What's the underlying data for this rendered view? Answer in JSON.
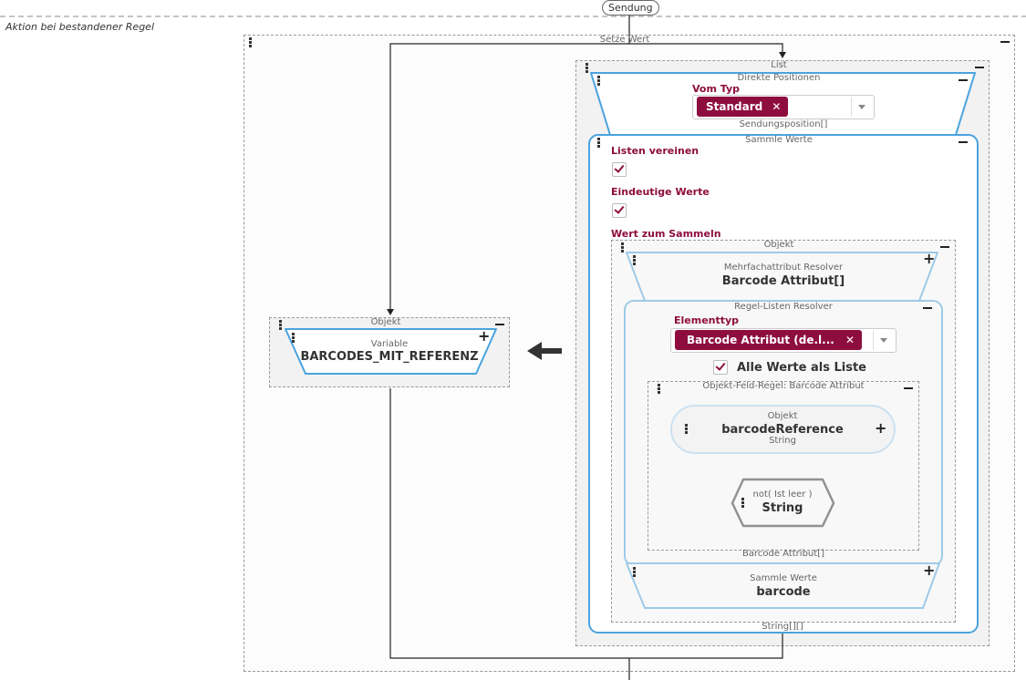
{
  "header": {
    "sendung": "Sendung"
  },
  "section": {
    "title": "Aktion bei bestandener Regel"
  },
  "setze_wert": {
    "title": "Setze Wert"
  },
  "left_objekt": {
    "title": "Objekt",
    "kind": "Variable",
    "name": "BARCODES_MIT_REFERENZ"
  },
  "list": {
    "title": "List",
    "footer": "String[][]"
  },
  "direkte_positionen": {
    "title": "Direkte Positionen",
    "vom_typ_label": "Vom Typ",
    "vom_typ_value": "Standard",
    "output": "Sendungsposition[]"
  },
  "sammle_werte": {
    "title": "Sammle Werte",
    "listen_vereinen_label": "Listen vereinen",
    "listen_vereinen_checked": true,
    "eindeutige_werte_label": "Eindeutige Werte",
    "eindeutige_werte_checked": true,
    "wert_zum_sammeln_label": "Wert zum Sammeln"
  },
  "inner_objekt": {
    "title": "Objekt"
  },
  "mehrfach": {
    "title": "Mehrfachattribut Resolver",
    "value": "Barcode Attribut[]"
  },
  "regel_listen": {
    "title": "Regel-Listen Resolver",
    "elementtyp_label": "Elementtyp",
    "elementtyp_value": "Barcode Attribut (de.l...",
    "alle_werte_label": "Alle Werte als Liste",
    "alle_werte_checked": true,
    "output": "Barcode Attribut[]"
  },
  "objekt_feld_regel": {
    "title": "Objekt-Feld-Regel: Barcode Attribut"
  },
  "barcode_ref": {
    "kind": "Objekt",
    "name": "barcodeReference",
    "type": "String"
  },
  "not_node": {
    "op": "not( Ist leer )",
    "type": "String"
  },
  "sammle_werte_inner": {
    "title": "Sammle Werte",
    "value": "barcode"
  },
  "icons": {
    "remove": "close-x",
    "expand": "plus",
    "collapse": "minus",
    "drag": "drag-handle",
    "arrow": "arrow-left"
  },
  "colors": {
    "accent": "#8d0e3e",
    "node_border": "#4aa3df",
    "line": "#222222"
  }
}
